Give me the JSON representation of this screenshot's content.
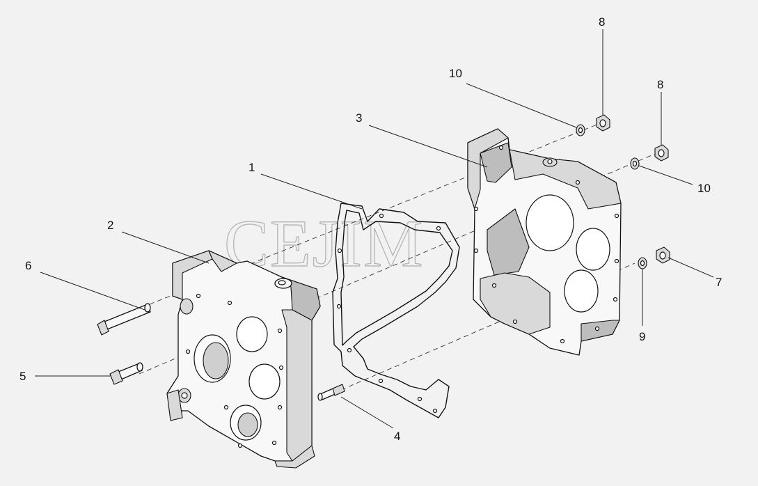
{
  "watermark": "CEJIM",
  "callouts": [
    {
      "id": "c1",
      "label": "1"
    },
    {
      "id": "c2",
      "label": "2"
    },
    {
      "id": "c3",
      "label": "3"
    },
    {
      "id": "c4",
      "label": "4"
    },
    {
      "id": "c5",
      "label": "5"
    },
    {
      "id": "c6",
      "label": "6"
    },
    {
      "id": "c7",
      "label": "7"
    },
    {
      "id": "c8a",
      "label": "8"
    },
    {
      "id": "c8b",
      "label": "8"
    },
    {
      "id": "c9",
      "label": "9"
    },
    {
      "id": "c10a",
      "label": "10"
    },
    {
      "id": "c10b",
      "label": "10"
    }
  ]
}
